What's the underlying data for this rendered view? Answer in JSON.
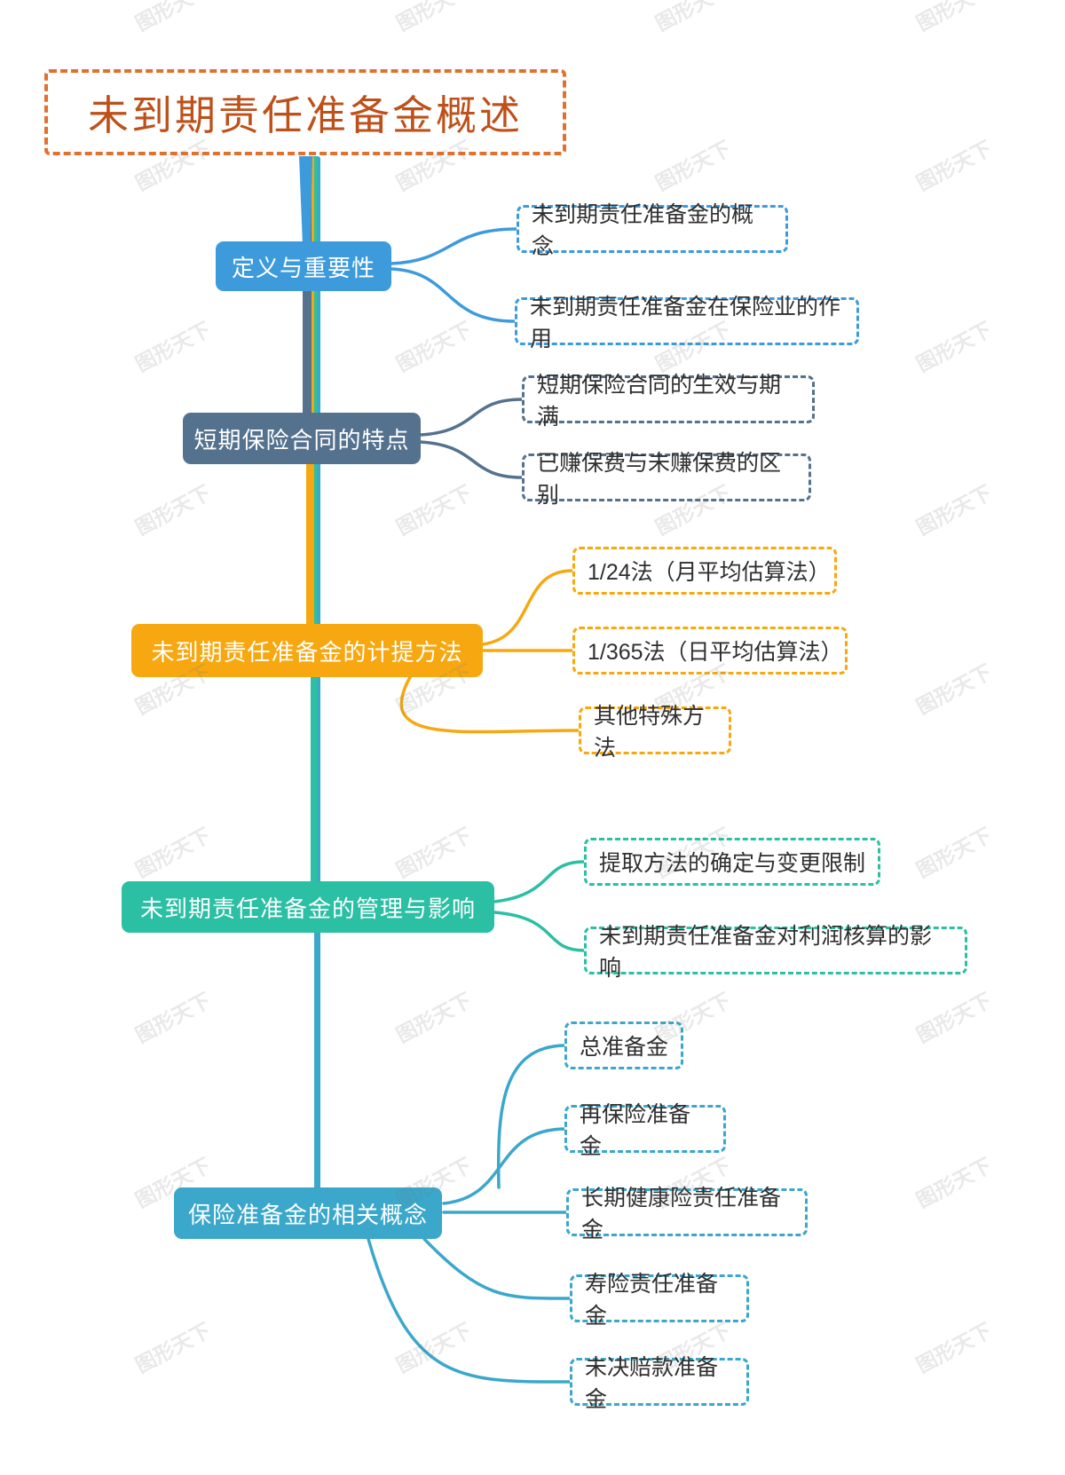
{
  "title": {
    "label": "未到期责任准备金概述"
  },
  "watermark": {
    "text": "图形天下"
  },
  "colors": {
    "root_border": "#e2702f",
    "root_text": "#be511a",
    "child_text": "#2f2f2f",
    "background": "#ffffff"
  },
  "branches": [
    {
      "label": "定义与重要性",
      "color": "#3d9bdc",
      "children": [
        {
          "label": "未到期责任准备金的概念"
        },
        {
          "label": "未到期责任准备金在保险业的作用"
        }
      ]
    },
    {
      "label": "短期保险合同的特点",
      "color": "#54718e",
      "children": [
        {
          "label": "短期保险合同的生效与期满"
        },
        {
          "label": "已赚保费与未赚保费的区别"
        }
      ]
    },
    {
      "label": "未到期责任准备金的计提方法",
      "color": "#f7a811",
      "children": [
        {
          "label": "1/24法（月平均估算法）"
        },
        {
          "label": "1/365法（日平均估算法）"
        },
        {
          "label": "其他特殊方法"
        }
      ]
    },
    {
      "label": "未到期责任准备金的管理与影响",
      "color": "#2bbfa3",
      "children": [
        {
          "label": "提取方法的确定与变更限制"
        },
        {
          "label": "未到期责任准备金对利润核算的影响"
        }
      ]
    },
    {
      "label": "保险准备金的相关概念",
      "color": "#3aa7cb",
      "children": [
        {
          "label": "总准备金"
        },
        {
          "label": "再保险准备金"
        },
        {
          "label": "长期健康险责任准备金"
        },
        {
          "label": "寿险责任准备金"
        },
        {
          "label": "未决赔款准备金"
        }
      ]
    }
  ]
}
